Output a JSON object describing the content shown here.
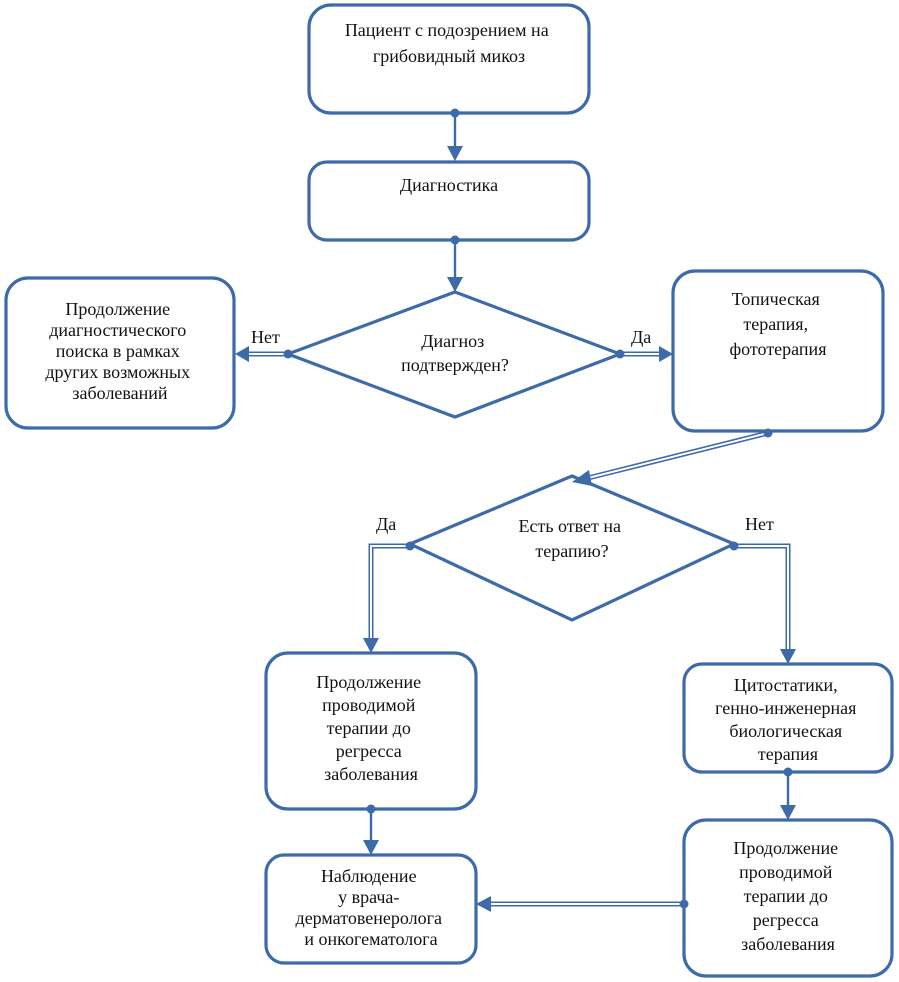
{
  "nodes": {
    "start": {
      "lines": [
        "Пациент с подозрением на",
        "грибовидный микоз"
      ]
    },
    "diagnostics": {
      "lines": [
        "Диагностика"
      ]
    },
    "diagnosis_confirmed": {
      "lines": [
        "Диагноз",
        "подтвержден?"
      ]
    },
    "continue_search": {
      "lines": [
        "Продолжение",
        "диагностического",
        "поиска в рамках",
        "других возможных",
        "заболеваний"
      ]
    },
    "topical_therapy": {
      "lines": [
        "Топическая",
        "терапия,",
        "фототерапия"
      ]
    },
    "therapy_response": {
      "lines": [
        "Есть ответ на",
        "терапию?"
      ]
    },
    "continue_therapy_left": {
      "lines": [
        "Продолжение",
        "проводимой",
        "терапии до",
        "регресса",
        "заболевания"
      ]
    },
    "cytostatics": {
      "lines": [
        "Цитостатики,",
        "генно-инженерная",
        "биологическая",
        "терапия"
      ]
    },
    "observation": {
      "lines": [
        "Наблюдение",
        "у врача-",
        "дерматовенеролога",
        "и онкогематолога"
      ]
    },
    "continue_therapy_right": {
      "lines": [
        "Продолжение",
        "проводимой",
        "терапии до",
        "регресса",
        "заболевания"
      ]
    }
  },
  "edge_labels": {
    "no_1": "Нет",
    "yes_1": "Да",
    "yes_2": "Да",
    "no_2": "Нет"
  }
}
